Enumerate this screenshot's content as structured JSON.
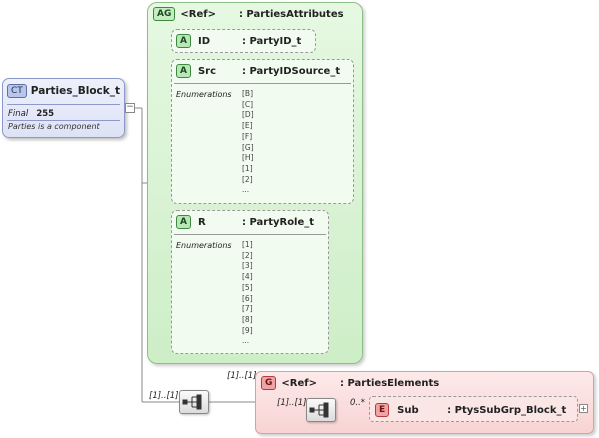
{
  "complex_type": {
    "badge": "CT",
    "name": "Parties_Block_t",
    "final_label": "Final",
    "final_value": "255",
    "description": "Parties is a component"
  },
  "attribute_group": {
    "badge": "AG",
    "ref_label": "<Ref>",
    "type": ": PartiesAttributes",
    "attributes": [
      {
        "badge": "A",
        "name": "ID",
        "type": ": PartyID_t"
      },
      {
        "badge": "A",
        "name": "Src",
        "type": ": PartyIDSource_t",
        "enum_label": "Enumerations",
        "enumerations": [
          "[B]",
          "[C]",
          "[D]",
          "[E]",
          "[F]",
          "[G]",
          "[H]",
          "[1]",
          "[2]",
          "..."
        ]
      },
      {
        "badge": "A",
        "name": "R",
        "type": ": PartyRole_t",
        "enum_label": "Enumerations",
        "enumerations": [
          "[1]",
          "[2]",
          "[3]",
          "[4]",
          "[5]",
          "[6]",
          "[7]",
          "[8]",
          "[9]",
          "..."
        ]
      }
    ]
  },
  "sequence": {
    "cardinality": "[1]..[1]"
  },
  "group": {
    "badge": "G",
    "ref_label": "<Ref>",
    "type": ": PartiesElements",
    "cardinality_top": "[1]..[1]",
    "inner_sequence_cardinality": "[1]..[1]",
    "element": {
      "badge": "E",
      "name": "Sub",
      "type": ": PtysSubGrp_Block_t",
      "cardinality": "0..*"
    }
  },
  "icons": [
    "collapse-minus-icon",
    "sequence-icon",
    "expand-plus-icon"
  ],
  "colors": {
    "complex_type_bg": "#dde2f6",
    "attribute_group_bg": "#d8f2d3",
    "group_bg": "#f8d3d3"
  }
}
